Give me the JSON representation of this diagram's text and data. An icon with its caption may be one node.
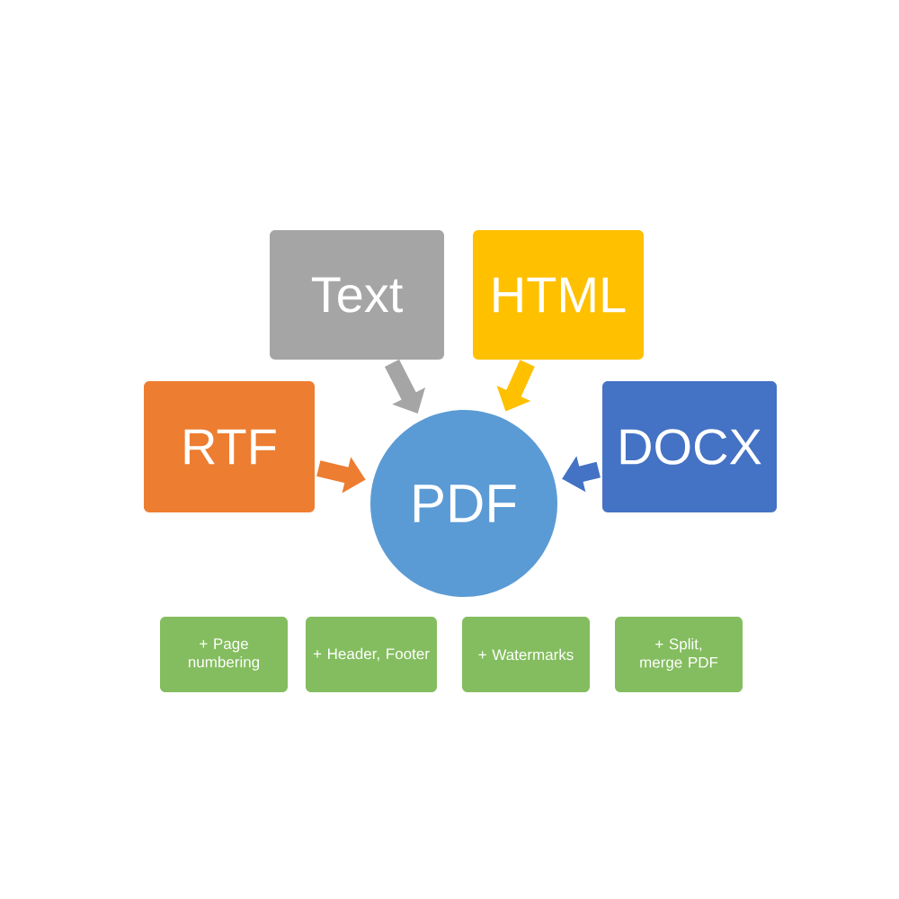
{
  "diagram": {
    "nodes": [
      {
        "text": [
          "Text"
        ]
      },
      {
        "text": [
          "HTML"
        ]
      },
      {
        "text": [
          "RTF"
        ]
      },
      {
        "text": [
          "DOCX"
        ]
      },
      {
        "text": [
          "PDF"
        ]
      },
      {
        "text": [
          "+ Page numbering"
        ]
      },
      {
        "text": [
          "+ Header, Footer"
        ]
      },
      {
        "text": [
          "+ Watermarks"
        ]
      },
      {
        "text": [
          "+ Split, merge PDF"
        ]
      }
    ],
    "edges": [
      {
        "from": 0,
        "to": 4,
        "arrow": "to",
        "color": "#a5a5a5"
      },
      {
        "from": 1,
        "to": 4,
        "arrow": "to",
        "color": "#ffc000"
      },
      {
        "from": 2,
        "to": 4,
        "arrow": "to",
        "color": "#ed7d31"
      },
      {
        "from": 3,
        "to": 4,
        "arrow": "to",
        "color": "#4472c4"
      }
    ]
  }
}
